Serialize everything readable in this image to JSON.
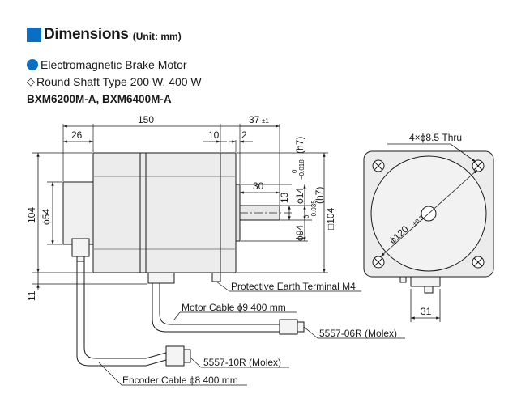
{
  "header": {
    "title": "Dimensions",
    "unit": "(Unit: mm)"
  },
  "motor_type": "Electromagnetic Brake Motor",
  "shaft_line": "Round Shaft Type 200 W, 400 W",
  "models": {
    "first": "BXM6200M-A",
    "sep": ", ",
    "second": "BXM6400M-A"
  },
  "dims": {
    "d150": "150",
    "d37": "37",
    "d37_tol": "±1",
    "d26": "26",
    "d10": "10",
    "d2": "2",
    "d30": "30",
    "d13": "13",
    "d104_left": "104",
    "d54": "ϕ54",
    "d11": "11",
    "d14": "ϕ14",
    "d14_tol_upper": "0",
    "d14_tol_lower": "−0.018",
    "d14_fit": "(h7)",
    "d94": "ϕ94",
    "d94_tol_upper": "0",
    "d94_tol_lower": "−0.035",
    "d94_fit": "(h7)",
    "d104_sq": "□104",
    "holes": "4×ϕ8.5 Thru",
    "pcd": "ϕ120",
    "pcd_tol": "±0.5",
    "d31": "31"
  },
  "labels": {
    "earth": "Protective Earth Terminal M4",
    "motor_cable": "Motor Cable ϕ9  400 mm",
    "connector_motor": "5557-06R (Molex)",
    "connector_encoder": "5557-10R (Molex)",
    "encoder_cable": "Encoder Cable ϕ8  400 mm"
  },
  "colors": {
    "accent": "#0a6fc2",
    "body_fill": "#ececec",
    "line": "#1a1a1a"
  },
  "icons": {
    "header": "square-bullet-icon",
    "motor": "circle-bullet-icon",
    "shaft": "diamond-outline-icon"
  }
}
